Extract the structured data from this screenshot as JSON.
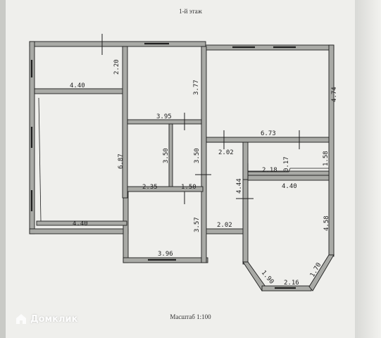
{
  "title": "1-й этаж",
  "scale_label": "Масштаб 1:100",
  "watermark": {
    "text": "Домклик",
    "icon": "house-logo-icon"
  },
  "colors": {
    "wall": "#a9aaa6",
    "wall_edge": "#1e1e1e",
    "paper": "#efefec",
    "window": "#1e1e1e"
  },
  "dimensions": [
    "4.40",
    "2.20",
    "3.77",
    "4.74",
    "3.95",
    "6.73",
    "6.87",
    "3.50",
    "3.50",
    "2.02",
    "2.18",
    "0.17",
    "1.58",
    "2.35",
    "1.50",
    "4.44",
    "4.40",
    "4.40",
    "3.57",
    "2.02",
    "4.58",
    "3.96",
    "1.90",
    "2.16",
    "1.70"
  ]
}
